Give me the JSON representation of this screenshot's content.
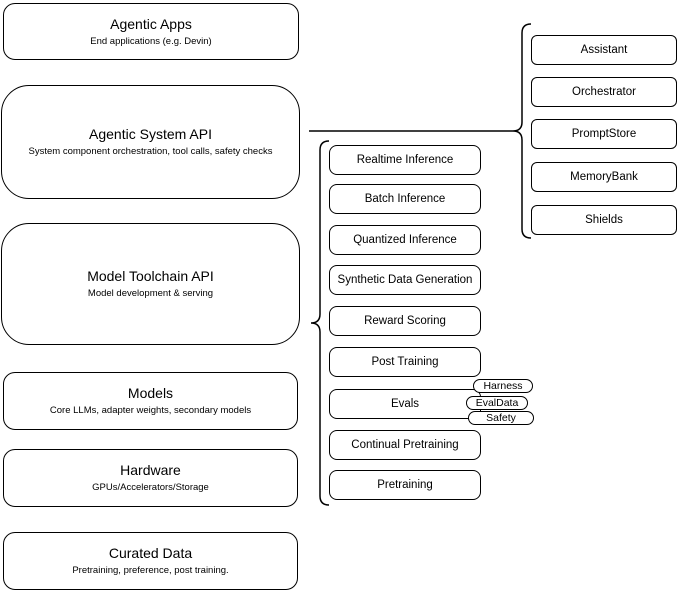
{
  "diagram": {
    "stack": [
      {
        "title": "Agentic Apps",
        "subtitle": "End applications (e.g. Devin)"
      },
      {
        "title": "Agentic System API",
        "subtitle": "System component orchestration, tool calls, safety checks"
      },
      {
        "title": "Model Toolchain API",
        "subtitle": "Model development & serving"
      },
      {
        "title": "Models",
        "subtitle": "Core LLMs, adapter weights, secondary models"
      },
      {
        "title": "Hardware",
        "subtitle": "GPUs/Accelerators/Storage"
      },
      {
        "title": "Curated Data",
        "subtitle": "Pretraining, preference, post training."
      }
    ],
    "toolchain_services": [
      "Realtime Inference",
      "Batch Inference",
      "Quantized Inference",
      "Synthetic Data Generation",
      "Reward Scoring",
      "Post Training",
      "Evals",
      "Continual Pretraining",
      "Pretraining"
    ],
    "eval_components": [
      "Harness",
      "EvalData",
      "Safety"
    ],
    "system_components": [
      "Assistant",
      "Orchestrator",
      "PromptStore",
      "MemoryBank",
      "Shields"
    ],
    "colors": {
      "stroke": "#000000",
      "fill": "#ffffff",
      "text": "#000000"
    }
  }
}
